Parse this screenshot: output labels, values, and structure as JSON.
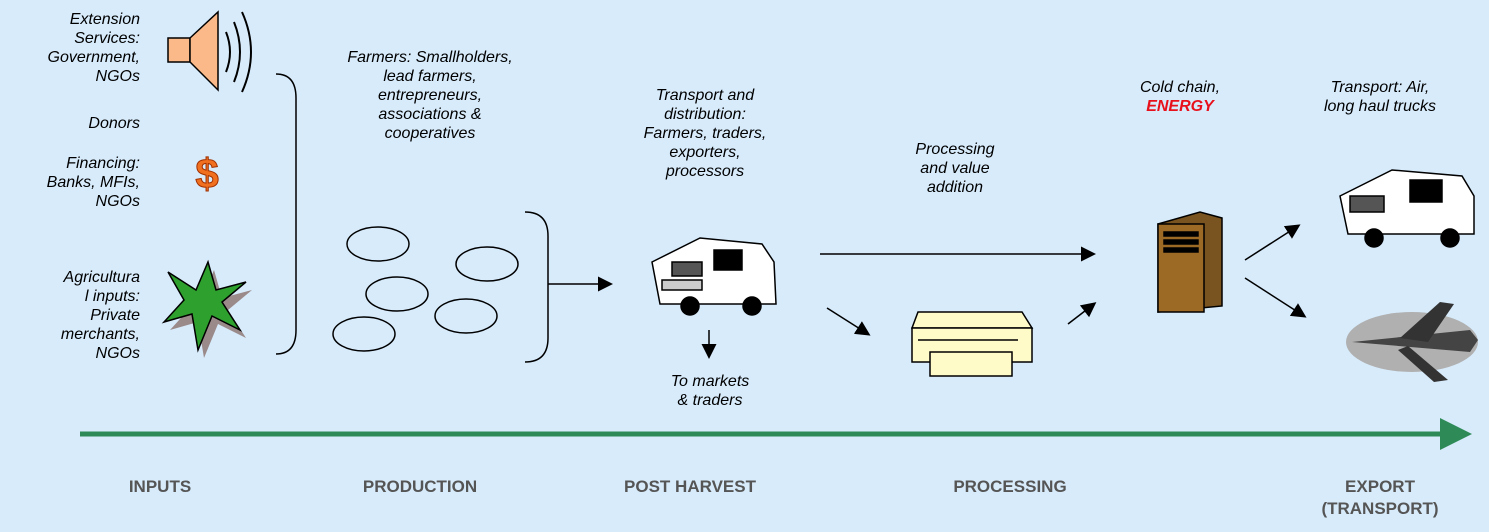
{
  "inputs": {
    "extension": "Extension\nServices:\nGovernment,\nNGOs",
    "donors": "Donors",
    "financing": "Financing:\nBanks, MFIs,\nNGOs",
    "agri": "Agricultura\nl inputs:\nPrivate\nmerchants,\nNGOs",
    "dollar_symbol": "$"
  },
  "farmers": "Farmers: Smallholders,\nlead farmers,\nentrepreneurs,\nassociations &\ncooperatives",
  "transport_distribution": "Transport and\ndistribution:\nFarmers, traders,\nexporters,\nprocessors",
  "to_markets": "To markets\n& traders",
  "processing_label": "Processing\nand value\naddition",
  "cold_chain": {
    "line1": "Cold chain,",
    "line2": "ENERGY"
  },
  "transport_air": "Transport: Air,\nlong haul trucks",
  "stages": [
    "INPUTS",
    "PRODUCTION",
    "POST HARVEST",
    "PROCESSING",
    "EXPORT\n(TRANSPORT)"
  ],
  "colors": {
    "background": "#d7ebfb",
    "timeline": "#2e8b57",
    "energy": "#e8101a",
    "stage_text": "#555555"
  }
}
